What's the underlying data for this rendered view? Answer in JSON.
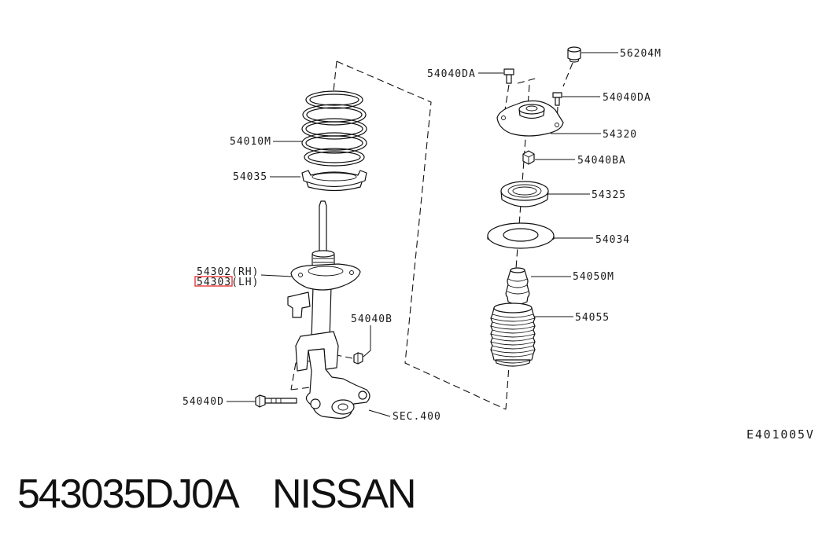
{
  "diagram": {
    "highlight_color": "#e52b2b",
    "labels": {
      "bump_cap": "56204M",
      "mount_bolt_left": "54040DA",
      "mount_bolt_right": "54040DA",
      "strut_mount": "54320",
      "mount_nut": "54040BA",
      "bearing": "54325",
      "upper_seat": "54034",
      "bump_stopper": "54050M",
      "dust_boot": "54055",
      "coil_spring": "54010M",
      "lower_seat": "54035",
      "strut_rh": "54302(RH)",
      "strut_lh_code": "54303",
      "strut_lh_side": "(LH)",
      "knuckle_nut": "54040B",
      "knuckle_bolt": "54040D",
      "section_ref": "SEC.400"
    },
    "figure_code": "E401005V"
  },
  "caption": {
    "part_number": "543035DJ0A",
    "brand": "NISSAN"
  }
}
